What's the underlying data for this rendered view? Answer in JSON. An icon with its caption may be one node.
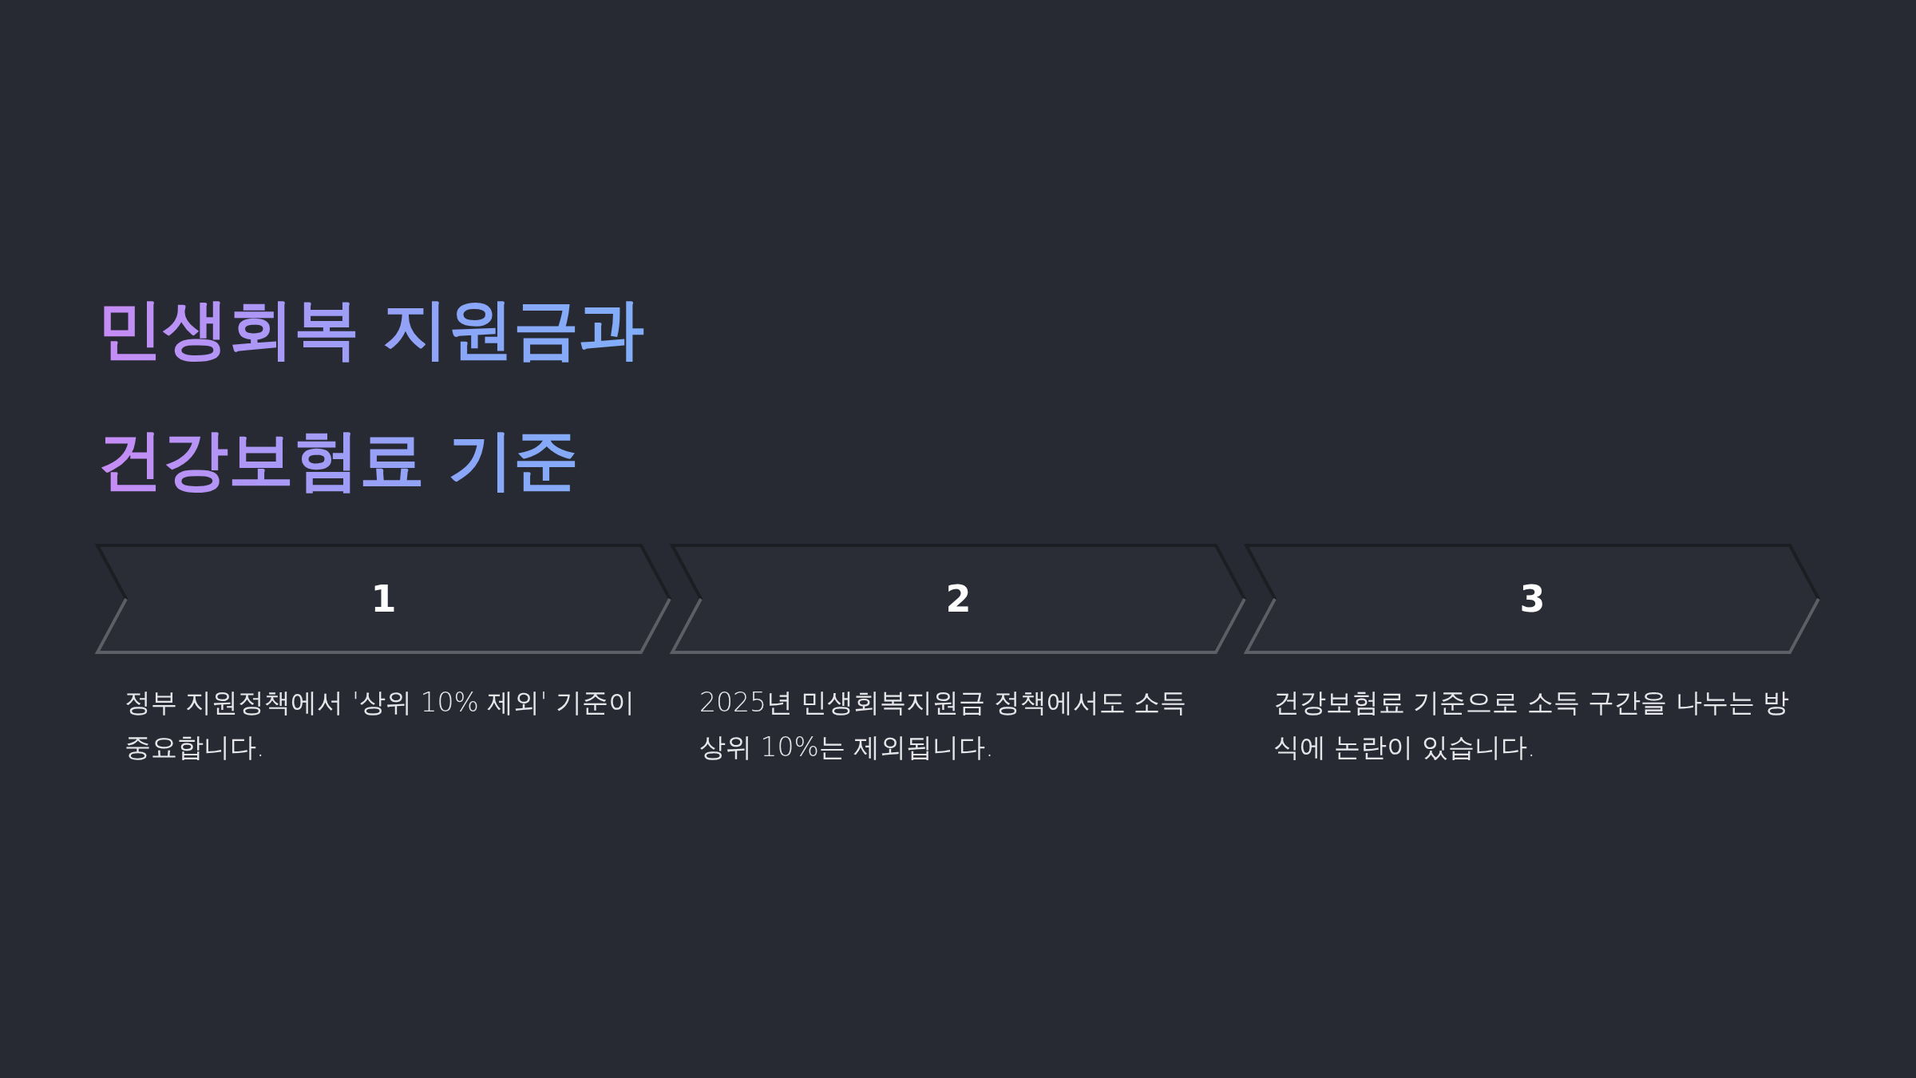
{
  "diagram": {
    "title": "민생회복 지원금과 건강보험료 기준",
    "nodes": [
      {
        "text": [
          "1"
        ],
        "beside": [
          "정부 지원정책에서 '상위 10% 제외' 기준이 중요합니다."
        ]
      },
      {
        "text": [
          "2"
        ],
        "beside": [
          "2025년 민생회복지원금 정책에서도 소득 상위 10%는 제외됩니다."
        ]
      },
      {
        "text": [
          "3"
        ],
        "beside": [
          "건강보험료 기준으로 소득 구간을 나누는 방식에 논란이 있습니다."
        ]
      }
    ]
  }
}
